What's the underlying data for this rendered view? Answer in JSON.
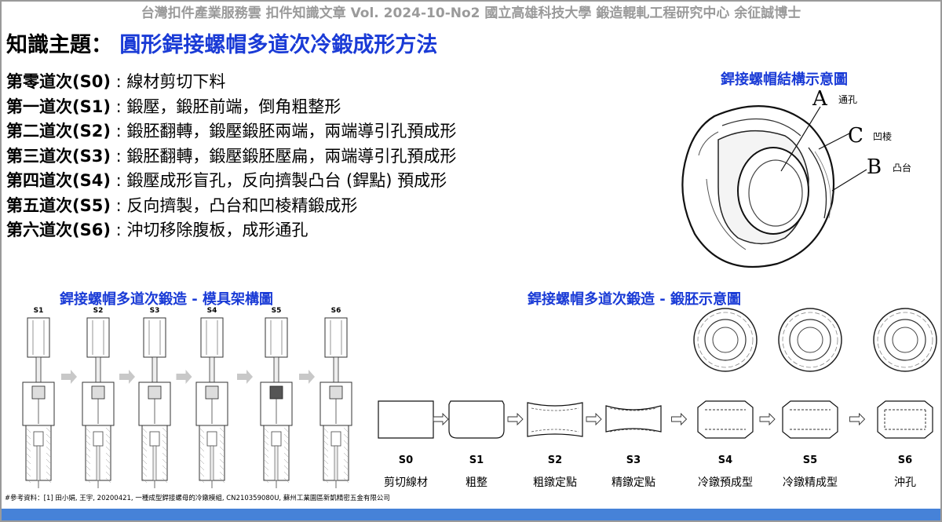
{
  "header": "台灣扣件產業服務雲  扣件知識文章  Vol. 2024-10-No2  國立高雄科技大學  鍛造輥軋工程研究中心  余征誠博士",
  "topic": {
    "label": "知識主題：",
    "value": "圓形銲接螺帽多道次冷鍛成形方法"
  },
  "steps": [
    {
      "station": "第零道次(S0)",
      "desc": " : 線材剪切下料"
    },
    {
      "station": "第一道次(S1)",
      "desc": " : 鍛壓，鍛胚前端，倒角粗整形"
    },
    {
      "station": "第二道次(S2)",
      "desc": " : 鍛胚翻轉，鍛壓鍛胚兩端，兩端導引孔預成形"
    },
    {
      "station": "第三道次(S3)",
      "desc": " : 鍛胚翻轉，鍛壓鍛胚壓扁，兩端導引孔預成形"
    },
    {
      "station": "第四道次(S4)",
      "desc": " : 鍛壓成形盲孔，反向擠製凸台 (銲點) 預成形"
    },
    {
      "station": "第五道次(S5)",
      "desc": " : 反向擠製，凸台和凹棱精鍛成形"
    },
    {
      "station": "第六道次(S6)",
      "desc": " : 沖切移除腹板，成形通孔"
    }
  ],
  "structure": {
    "title": "銲接螺帽結構示意圖",
    "parts": [
      {
        "letter": "A",
        "name": "通孔"
      },
      {
        "letter": "C",
        "name": "凹棱"
      },
      {
        "letter": "B",
        "name": "凸台"
      }
    ]
  },
  "die_diagram": {
    "title": "銲接螺帽多道次鍛造 - 模具架構圖",
    "stations": [
      "S1",
      "S2",
      "S3",
      "S4",
      "S5",
      "S6"
    ]
  },
  "blank_diagram": {
    "title": "銲接螺帽多道次鍛造 - 鍛胚示意圖",
    "stages": [
      {
        "code": "S0",
        "name": "剪切線材"
      },
      {
        "code": "S1",
        "name": "粗整"
      },
      {
        "code": "S2",
        "name": "粗鐓定點"
      },
      {
        "code": "S3",
        "name": "精鐓定點"
      },
      {
        "code": "S4",
        "name": "冷鐓預成型"
      },
      {
        "code": "S5",
        "name": "冷鐓精成型"
      },
      {
        "code": "S6",
        "name": "沖孔"
      }
    ]
  },
  "reference": "#參考資料：[1] 田小娟, 王宇, 20200421, 一種成型銲接螺母的冷鐓模組, CN210359080U, 蘇州工業園區新凱精密五金有限公司",
  "colors": {
    "accent_blue": "#1a3bd6",
    "header_gray": "#9a9a9a",
    "footer_bar": "#4682d8"
  }
}
